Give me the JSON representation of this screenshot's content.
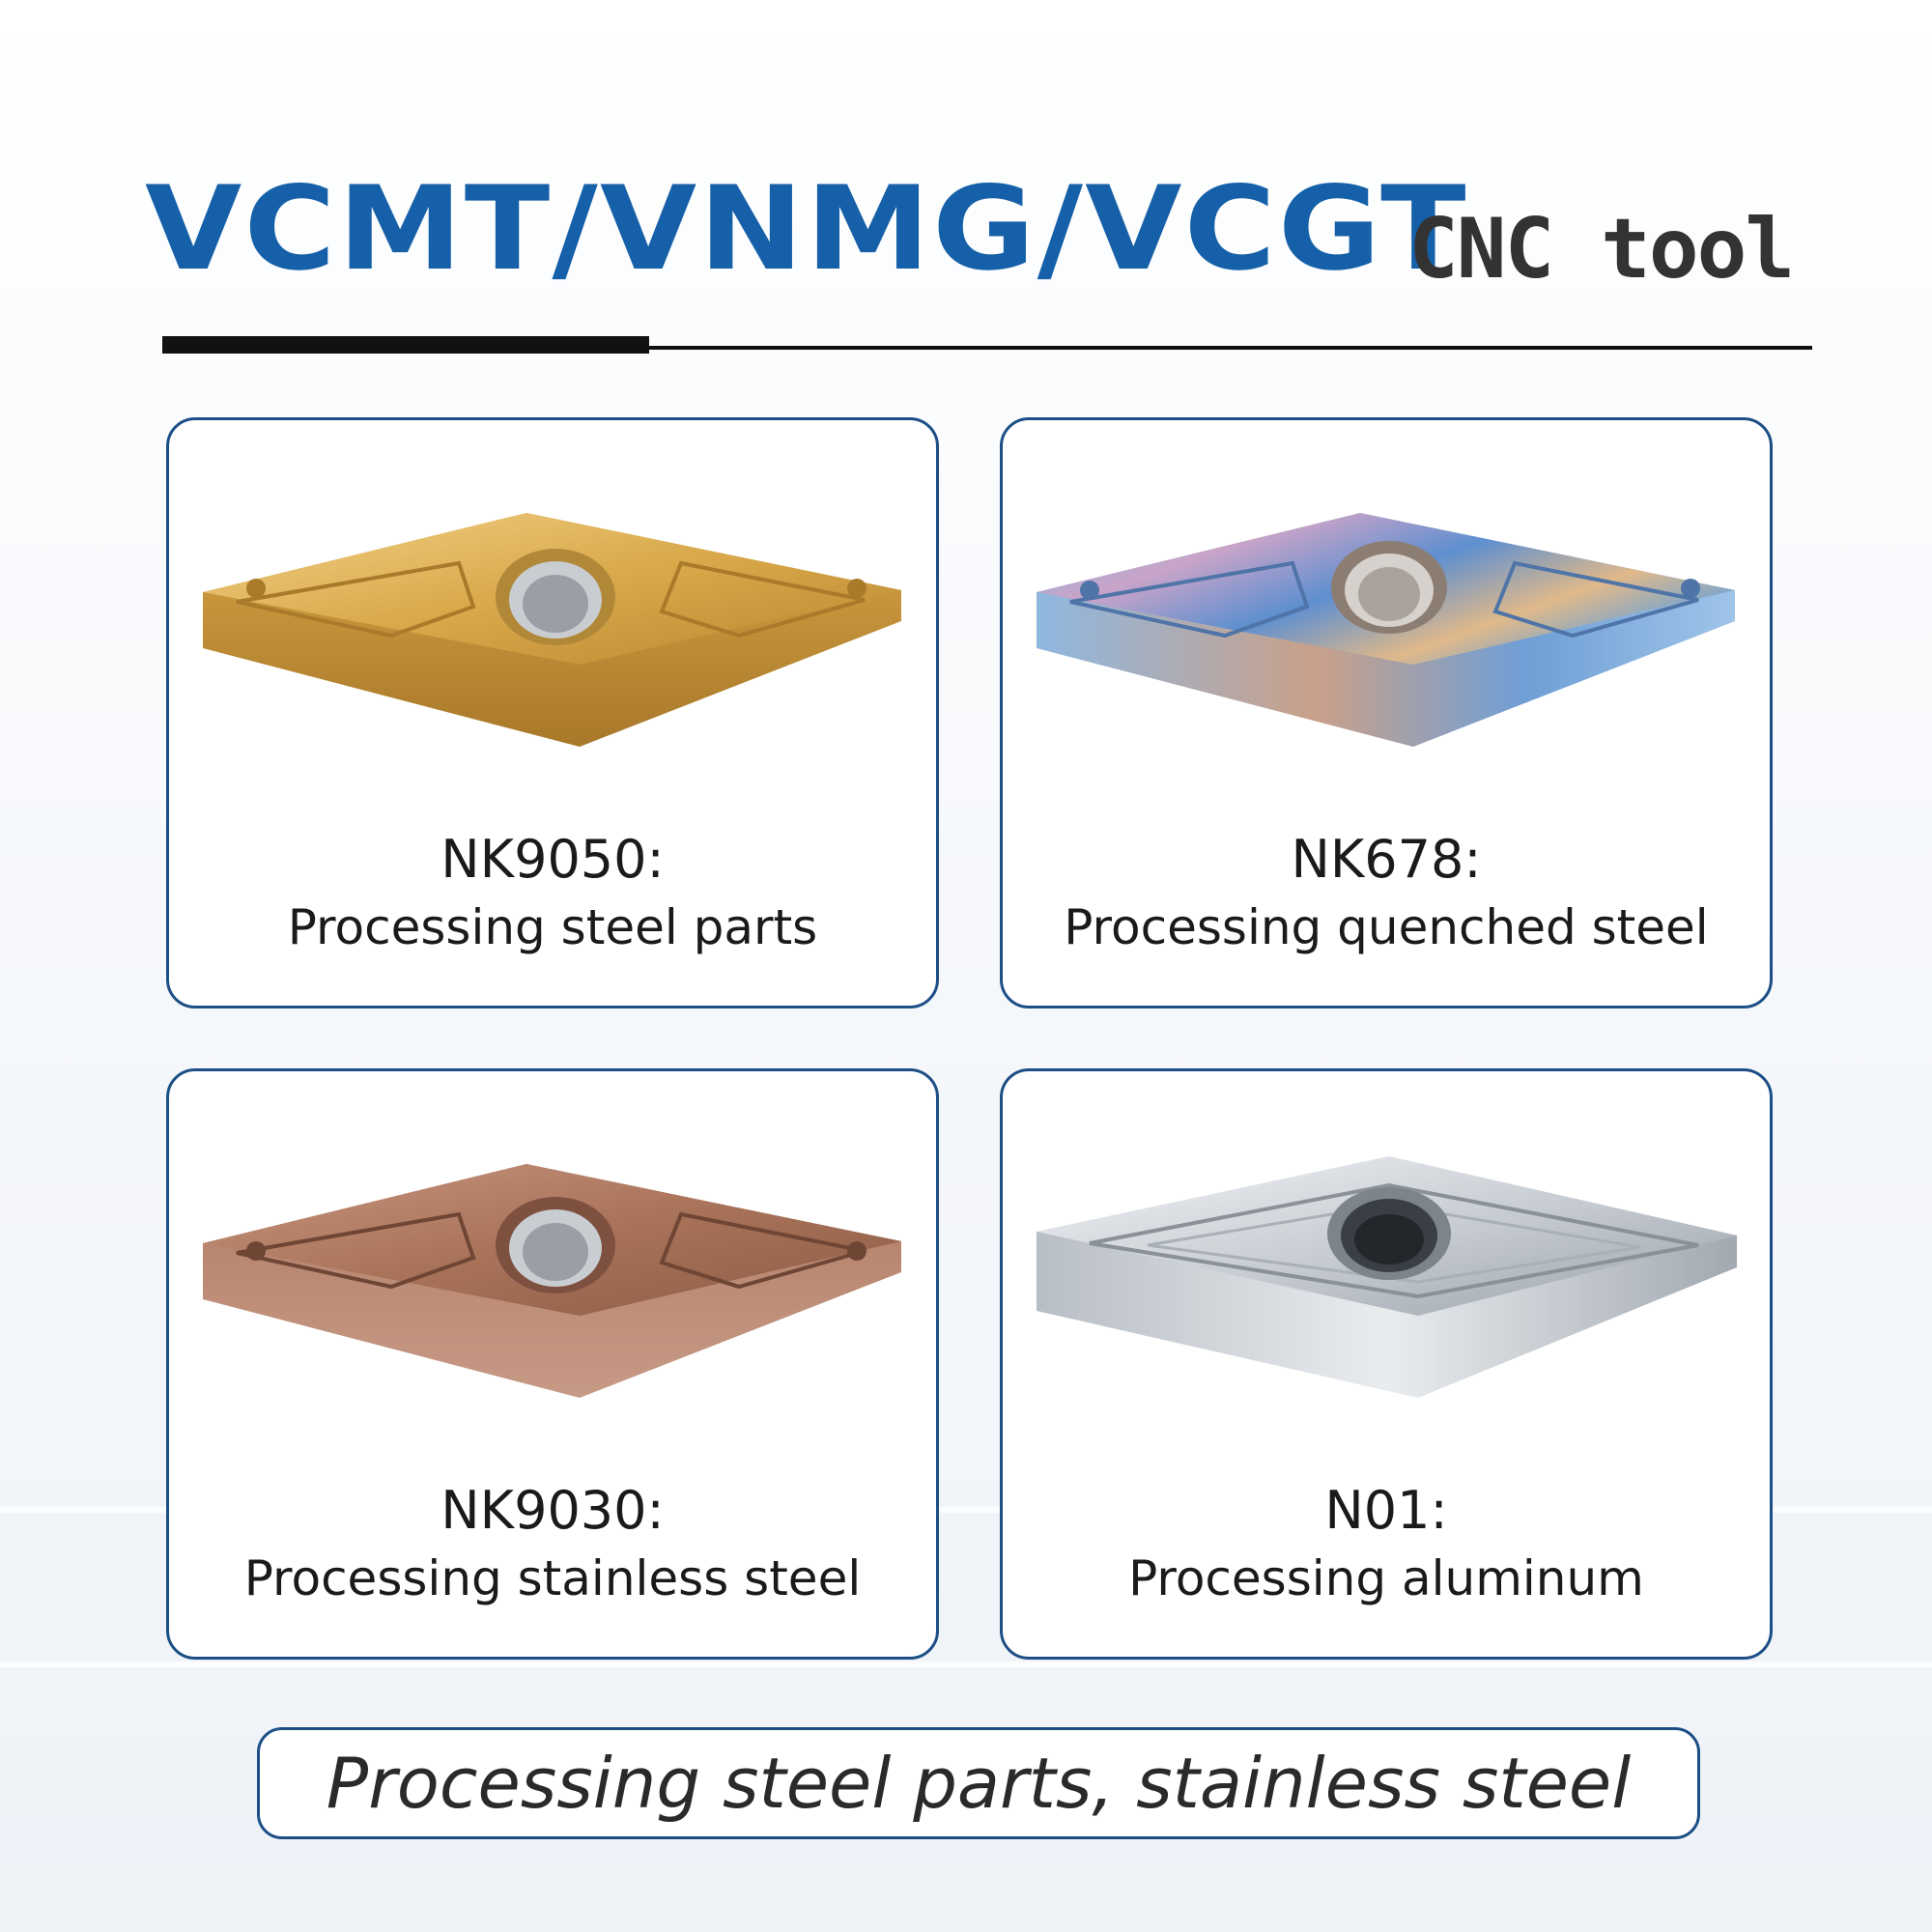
{
  "header": {
    "title": "VCMT/VNMG/VCGT",
    "subtitle": "CNC tool"
  },
  "colors": {
    "title_blue": "#1560a8",
    "border_navy": "#1c4f86",
    "gold": "#d9a94a",
    "rainbow_blue": "#6aa2d8",
    "bronze": "#a9735a",
    "silver": "#c9ced4"
  },
  "cards": [
    {
      "code": "NK9050:",
      "description": "Processing steel parts"
    },
    {
      "code": "NK678:",
      "description": "Processing quenched steel"
    },
    {
      "code": "NK9030:",
      "description": "Processing stainless steel"
    },
    {
      "code": "N01:",
      "description": "Processing aluminum"
    }
  ],
  "banner": {
    "text": "Processing steel parts, stainless steel"
  }
}
